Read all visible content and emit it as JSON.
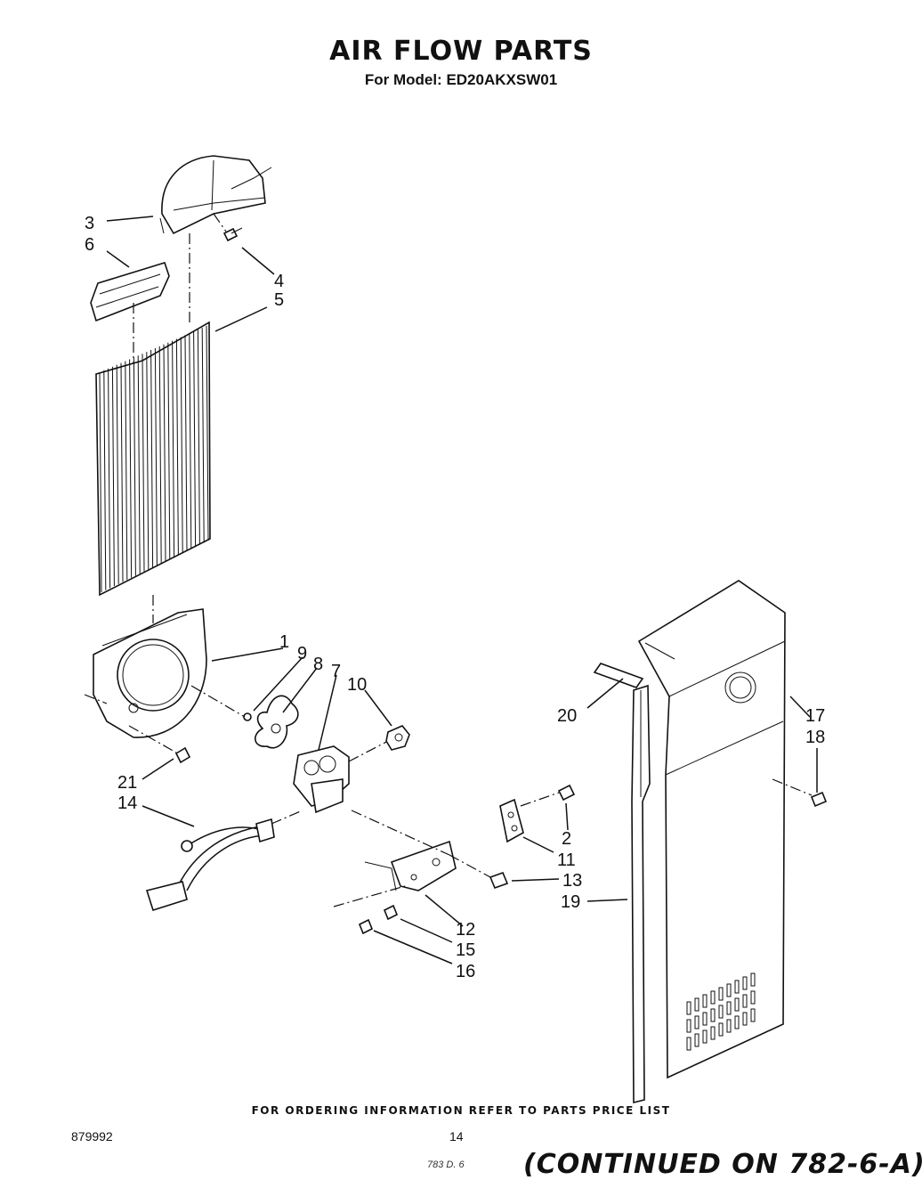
{
  "header": {
    "title": "AIR FLOW PARTS",
    "subtitle": "For Model: ED20AKXSW01"
  },
  "callouts": [
    "1",
    "2",
    "3",
    "4",
    "5",
    "6",
    "7",
    "8",
    "9",
    "10",
    "11",
    "12",
    "13",
    "14",
    "15",
    "16",
    "17",
    "18",
    "19",
    "20",
    "21"
  ],
  "footer": {
    "ordering_note": "FOR ORDERING INFORMATION REFER TO PARTS PRICE LIST",
    "doc_number": "879992",
    "page_number": "14",
    "continued": "(CONTINUED ON 782-6-A)",
    "scrawl": "783 D. 6"
  }
}
